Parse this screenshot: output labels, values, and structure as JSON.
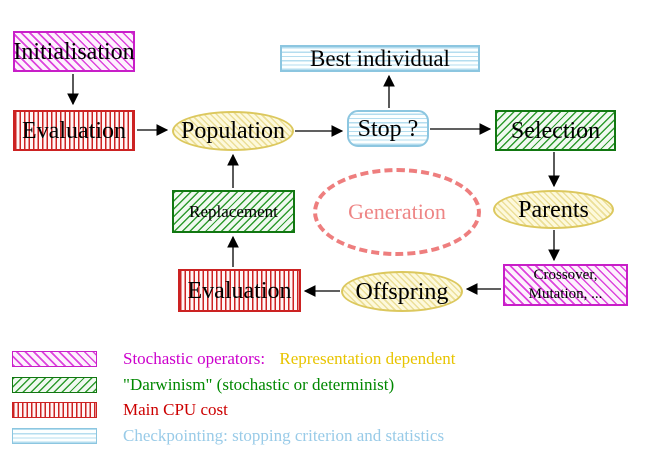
{
  "diagram": {
    "title_implicit": "Evolutionary algorithm generation loop",
    "nodes": {
      "initialisation": {
        "label": "Initialisation",
        "style": "magenta-hatch"
      },
      "evaluation_top": {
        "label": "Evaluation",
        "style": "red-vertical-stripes"
      },
      "population": {
        "label": "Population",
        "style": "yellow-hatch-ellipse"
      },
      "best_individual": {
        "label": "Best individual",
        "style": "cyan-horizontal-stripes"
      },
      "stop": {
        "label": "Stop ?",
        "style": "cyan-horizontal-stripes-rounded"
      },
      "selection": {
        "label": "Selection",
        "style": "green-hatch"
      },
      "parents": {
        "label": "Parents",
        "style": "yellow-hatch-ellipse"
      },
      "crossover": {
        "label_line1": "Crossover,",
        "label_line2": "Mutation, ...",
        "style": "magenta-hatch"
      },
      "offspring": {
        "label": "Offspring",
        "style": "yellow-hatch-ellipse"
      },
      "evaluation_bottom": {
        "label": "Evaluation",
        "style": "red-vertical-stripes"
      },
      "replacement": {
        "label": "Replacement",
        "style": "green-hatch"
      },
      "generation": {
        "label": "Generation",
        "style": "salmon-dashed-ellipse"
      }
    },
    "edges": [
      "initialisation->evaluation_top",
      "evaluation_top->population",
      "population->stop",
      "stop->best_individual",
      "stop->selection",
      "selection->parents",
      "parents->crossover",
      "crossover->offspring",
      "offspring->evaluation_bottom",
      "evaluation_bottom->replacement",
      "replacement->population"
    ],
    "legend": [
      {
        "swatch": "magenta-hatch",
        "text_primary": "Stochastic operators:",
        "text_secondary": "Representation dependent"
      },
      {
        "swatch": "green-hatch",
        "text_primary": "\"Darwinism\" (stochastic or determinist)",
        "text_secondary": ""
      },
      {
        "swatch": "red-vertical-stripes",
        "text_primary": "Main CPU cost",
        "text_secondary": ""
      },
      {
        "swatch": "cyan-horizontal-stripes",
        "text_primary": "Checkpointing: stopping criterion and statistics",
        "text_secondary": ""
      }
    ],
    "colors": {
      "magenta": "#cc00cc",
      "yellow_text": "#e8c400",
      "green": "#008800",
      "red": "#cc0000",
      "cyan_text": "#99cbe8",
      "salmon": "#ee7e7e",
      "yellow_node_border": "#dcc85e",
      "arrow": "#000000",
      "background": "#ffffff"
    }
  }
}
